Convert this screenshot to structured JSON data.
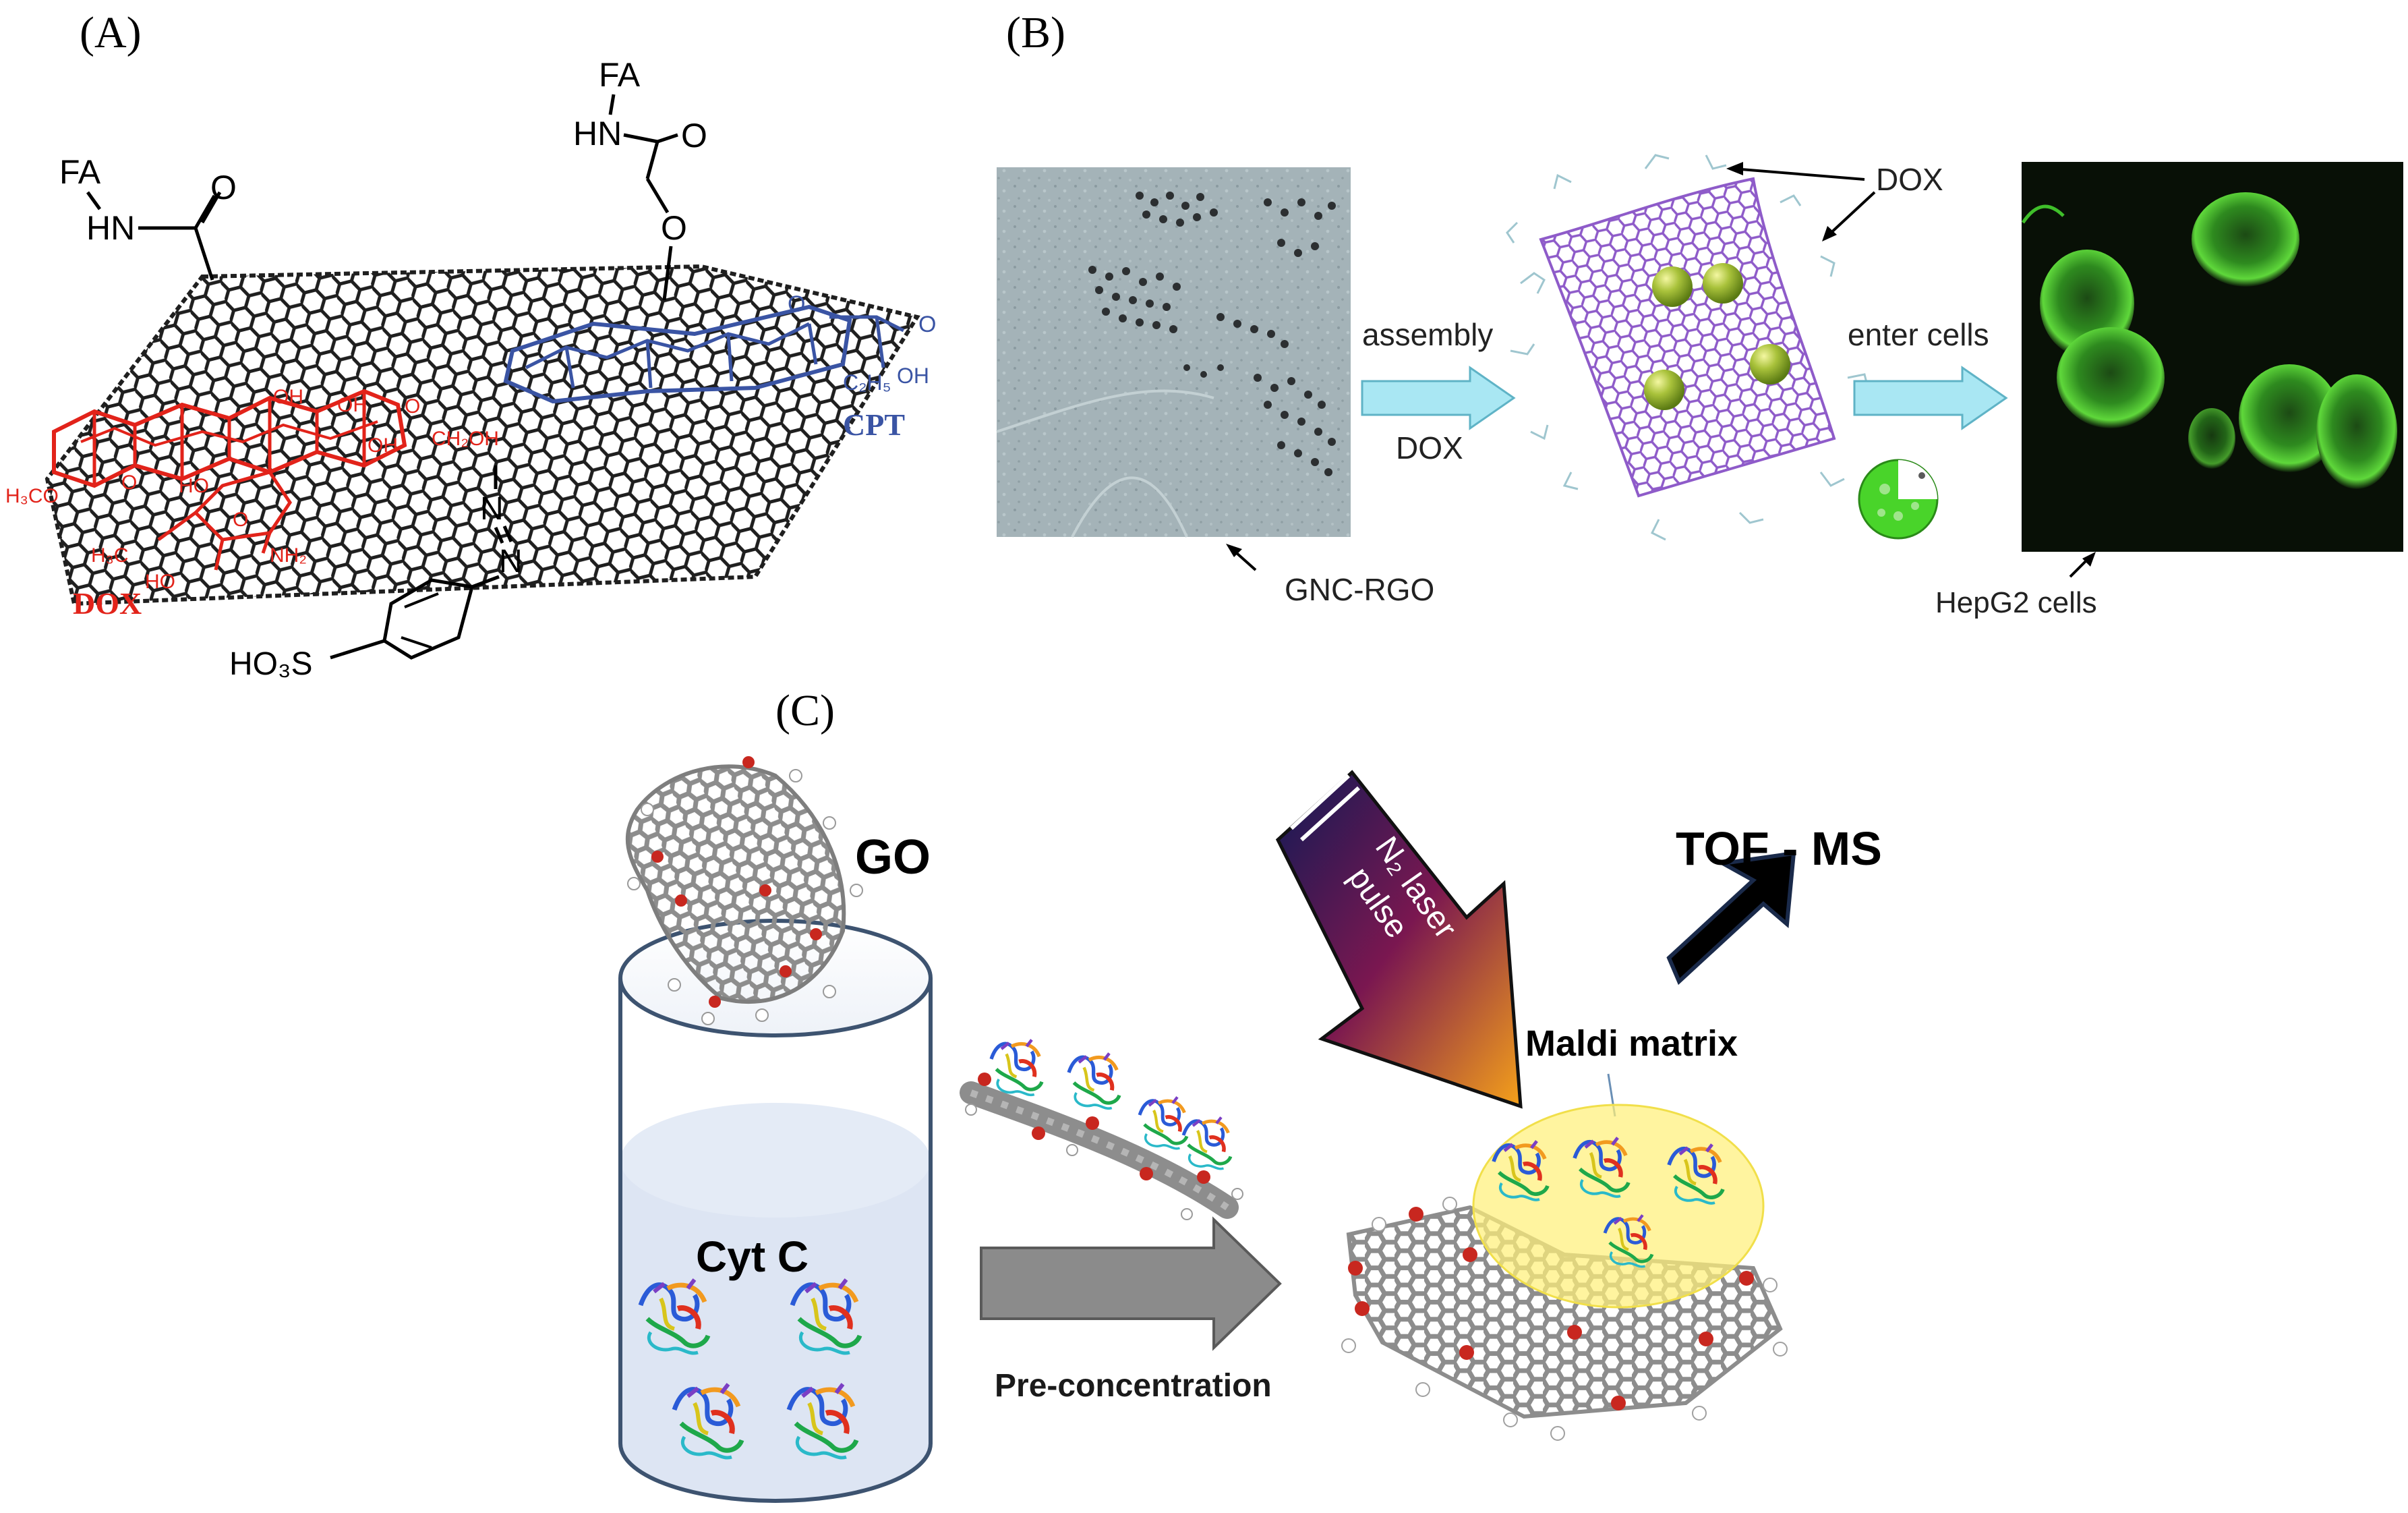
{
  "panels": {
    "a": {
      "label": "(A)",
      "groups": {
        "fa1": "FA",
        "hn1": "HN",
        "o1": "O",
        "fa2": "FA",
        "hn2": "HN",
        "o2": "O",
        "o3": "O",
        "o_cpt1": "O",
        "o_cpt2": "O",
        "et": "C₂H₅",
        "oh_cpt": "OH",
        "oh1": "OH",
        "oh2": "OH",
        "oh3": "O",
        "oh4": "OH",
        "ch2oh": "CH₂OH",
        "h3co": "H₃CO",
        "o_a": "O",
        "ho1": "HO",
        "h3c": "H₃C",
        "nh2": "NH₂",
        "ho2": "HO",
        "o_b": "O",
        "n1": "N",
        "n2": "N",
        "hso3": "HO₃S"
      },
      "drug_labels": {
        "dox": "DOX",
        "cpt": "CPT"
      },
      "colors": {
        "dox": "#e2231a",
        "cpt": "#3a54a4",
        "sheet": "#222222"
      }
    },
    "b": {
      "label": "(B)",
      "labels": {
        "dox_top": "DOX",
        "assembly": "assembly",
        "dox_arrow": "DOX",
        "enter_cells": "enter cells",
        "gnc_rgo": "GNC-RGO",
        "hepg2": "HepG2 cells"
      },
      "colors": {
        "lattice": "#8e5bc9",
        "arrow": "#a9e7f3",
        "fluor": "#3fbf2a",
        "gold": "#7fa41d"
      }
    },
    "c": {
      "label": "(C)",
      "labels": {
        "go": "GO",
        "cyt_c": "Cyt C",
        "pre_concentration": "Pre-concentration",
        "laser_line1": "N₂ laser",
        "laser_line2": "pulse",
        "tof_ms": "TOF - MS",
        "maldi_matrix": "Maldi matrix"
      },
      "colors": {
        "matrix": "#fff07a",
        "liquid": "#dde5f3",
        "carbon": "#8a8a8a",
        "oxygen": "#c8271f"
      }
    }
  }
}
